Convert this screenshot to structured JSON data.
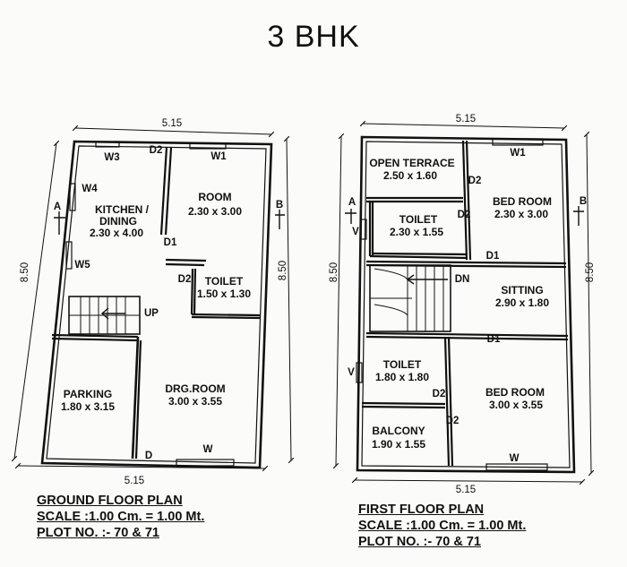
{
  "title": "3 BHK",
  "ground": {
    "dims": {
      "top": "5.15",
      "bottom": "5.15",
      "left": "8.50",
      "right": "8.50"
    },
    "rooms": {
      "kitchen": [
        "KITCHEN /",
        "DINING",
        "2.30 x 4.00"
      ],
      "room": [
        "ROOM",
        "2.30 x 3.00"
      ],
      "toilet": [
        "TOILET",
        "1.50 x 1.30"
      ],
      "parking": [
        "PARKING",
        "1.80 x 3.15"
      ],
      "drg": [
        "DRG.ROOM",
        "3.00 x 3.55"
      ]
    },
    "openings": {
      "w3": "W3",
      "d2a": "D2",
      "w1": "W1",
      "w4": "W4",
      "w5": "W5",
      "d1": "D1",
      "d2b": "D2",
      "up": "UP",
      "d": "D",
      "w": "W"
    },
    "section": {
      "a": "A",
      "b": "B"
    },
    "caption": {
      "name": "GROUND FLOOR PLAN",
      "scale": "SCALE :1.00 Cm. = 1.00 Mt.",
      "plot": "PLOT NO. :- 70 & 71"
    }
  },
  "first": {
    "dims": {
      "top": "5.15",
      "bottom": "5.15",
      "left": "8.50",
      "right": "8.50"
    },
    "rooms": {
      "terrace": [
        "OPEN TERRACE",
        "2.50 x 1.60"
      ],
      "bed1": [
        "BED ROOM",
        "2.30 x 3.00"
      ],
      "toilet1": [
        "TOILET",
        "2.30 x 1.55"
      ],
      "sitting": [
        "SITTING",
        "2.90 x 1.80"
      ],
      "toilet2": [
        "TOILET",
        "1.80 x 1.80"
      ],
      "bed2": [
        "BED ROOM",
        "3.00 x 3.55"
      ],
      "balcony": [
        "BALCONY",
        "1.90 x 1.55"
      ]
    },
    "openings": {
      "w1": "W1",
      "d2a": "D2",
      "d2b": "D2",
      "v1": "V",
      "d1a": "D1",
      "dn": "DN",
      "d1b": "D1",
      "v2": "V",
      "d2c": "D2",
      "d2d": "D2",
      "w": "W"
    },
    "section": {
      "a": "A",
      "b": "B"
    },
    "caption": {
      "name": "FIRST FLOOR PLAN",
      "scale": "SCALE :1.00 Cm. = 1.00 Mt.",
      "plot": "PLOT NO. :- 70 & 71"
    }
  }
}
